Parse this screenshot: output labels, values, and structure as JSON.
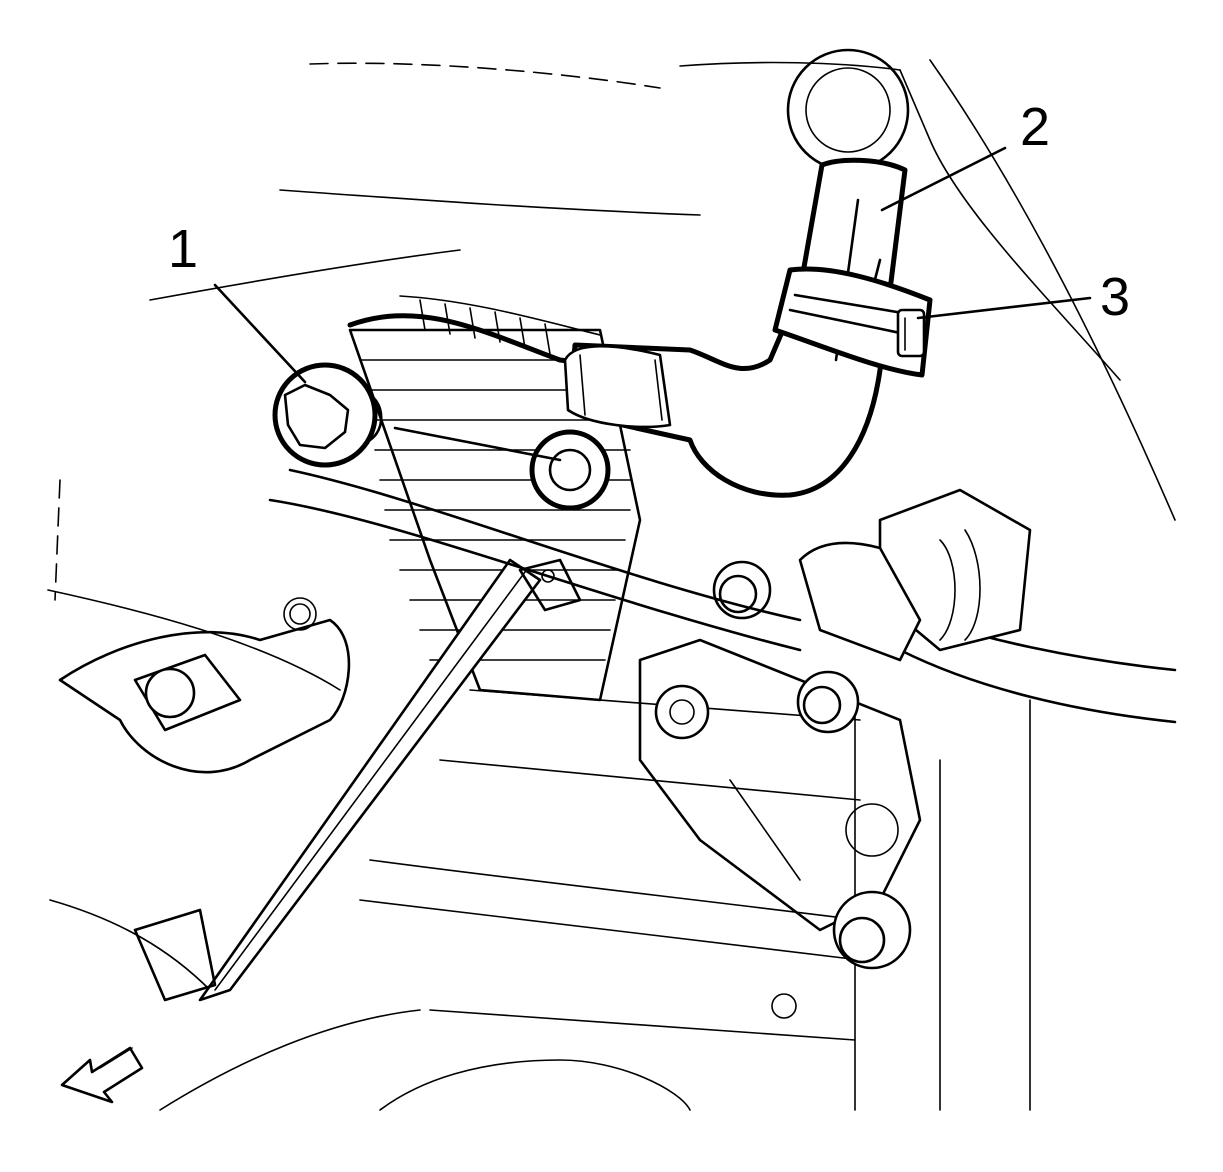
{
  "diagram": {
    "callouts": [
      {
        "id": "c1",
        "label": "1"
      },
      {
        "id": "c2",
        "label": "2"
      },
      {
        "id": "c3",
        "label": "3"
      }
    ],
    "direction_arrow_icon": "front-direction-arrow-icon",
    "colors": {
      "line": "#000000",
      "background": "#ffffff"
    }
  }
}
